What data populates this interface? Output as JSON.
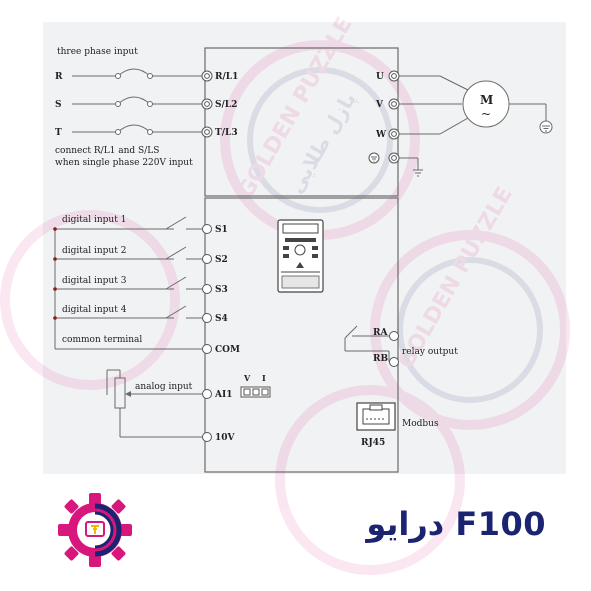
{
  "labels": {
    "three_phase_input": "three phase input",
    "phase_R": "R",
    "phase_S": "S",
    "phase_T": "T",
    "single_phase_note_1": "connect R/L1 and S/LS",
    "single_phase_note_2": "when single phase 220V input",
    "digital_input_1": "digital input 1",
    "digital_input_2": "digital input 2",
    "digital_input_3": "digital input 3",
    "digital_input_4": "digital input 4",
    "common_terminal": "common terminal",
    "analog_input": "analog input",
    "relay_output": "relay output",
    "modbus": "Modbus",
    "rj45": "RJ45",
    "motor": "M",
    "motor_wave": "~",
    "v_switch": "V",
    "i_switch": "I"
  },
  "terminals": {
    "rl1": "R/L1",
    "sl2": "S/L2",
    "tl3": "T/L3",
    "u": "U",
    "v": "V",
    "w": "W",
    "s1": "S1",
    "s2": "S2",
    "s3": "S3",
    "s4": "S4",
    "com": "COM",
    "ai1": "AI1",
    "v10": "10V",
    "ra": "RA",
    "rb": "RB"
  },
  "watermark": {
    "brand_en": "GOLDEN PUZZLE",
    "brand_fa": "پازل طلایی"
  },
  "brand": {
    "title": "درایو F100"
  },
  "colors": {
    "accent_magenta": "#d8177d",
    "accent_navy": "#1b2470",
    "panel_bg": "#f1f2f3",
    "line": "#6a6a6a"
  },
  "icons": {
    "logo": "gear-logo-icon",
    "ground": "ground-icon",
    "motor": "motor-icon"
  }
}
